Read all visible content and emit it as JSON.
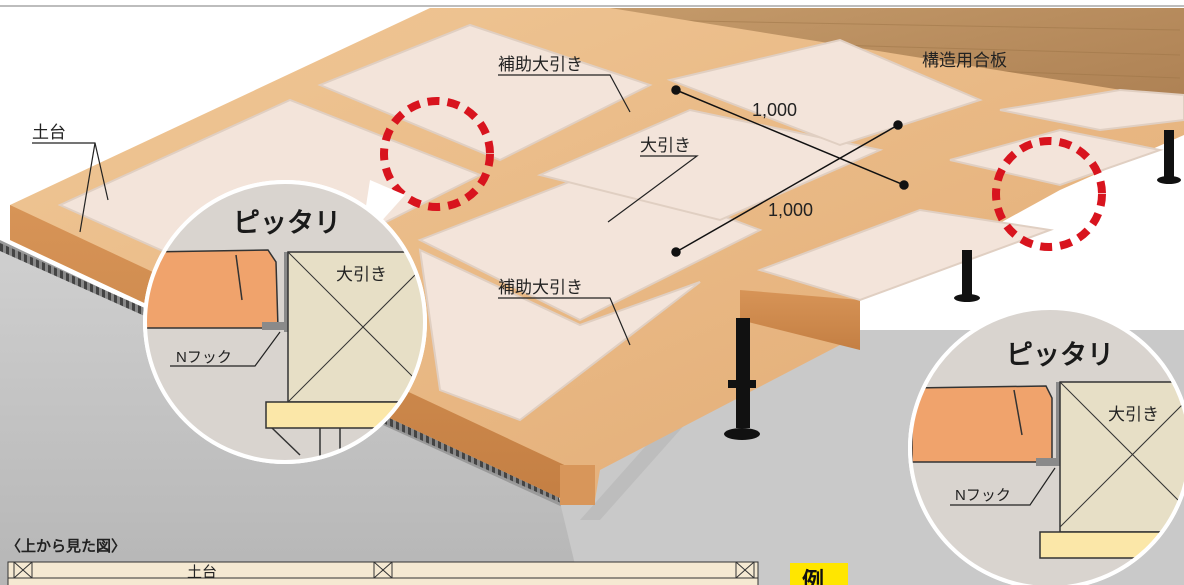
{
  "labels": {
    "dodai": "土台",
    "hojo_oobiki_top": "補助大引き",
    "oobiki": "大引き",
    "hojo_oobiki_bottom": "補助大引き",
    "kouzou_gouhan": "構造用合板",
    "dim_a": "1,000",
    "dim_b": "1,000"
  },
  "callout_left": {
    "title": "ピッタリ",
    "beam_label": "大引き",
    "hook_label": "Nフック"
  },
  "callout_right": {
    "title": "ピッタリ",
    "beam_label": "大引き",
    "hook_label": "Nフック"
  },
  "plan": {
    "caption": "〈上から見た図〉",
    "dodai_label": "土台",
    "example_badge": "例"
  },
  "colors": {
    "highlight_circle": "#d8141e",
    "timber": "#e8b784",
    "panel": "#f3e3d8",
    "foundation": "#c3c3c3",
    "plywood": "#b48a5e",
    "example_badge": "#ffe600"
  }
}
